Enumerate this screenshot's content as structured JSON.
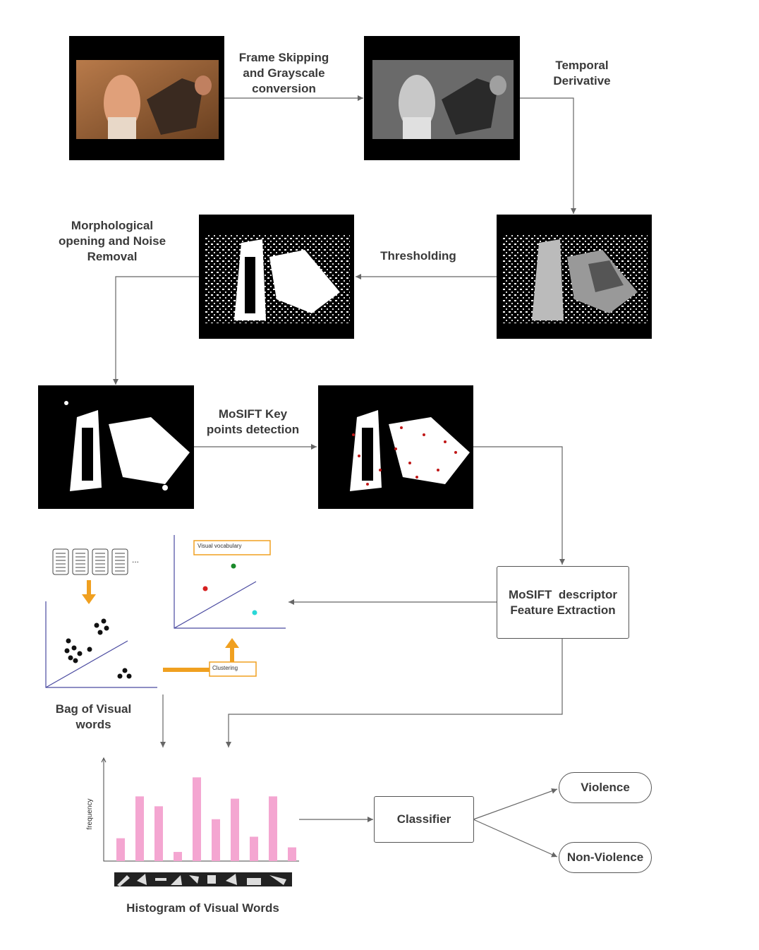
{
  "steps": {
    "frame_skipping": [
      "Frame Skipping",
      "and Grayscale",
      "conversion"
    ],
    "temporal_derivative": [
      "Temporal",
      "Derivative"
    ],
    "thresholding": "Thresholding",
    "morphological": [
      "Morphological",
      "opening and Noise",
      "Removal"
    ],
    "mosift_keypoints": [
      "MoSIFT Key",
      "points detection"
    ],
    "mosift_descriptor": [
      "MoSIFT  descriptor",
      "Feature Extraction"
    ],
    "bag_of_words": [
      "Bag  of Visual",
      "words"
    ],
    "histogram_title": "Histogram of Visual Words",
    "classifier": "Classifier"
  },
  "outputs": {
    "violence": "Violence",
    "non_violence": "Non-Violence"
  },
  "bow_panel": {
    "visual_vocabulary": "Visual vocabulary",
    "clustering": "Clustering",
    "ellipsis": "..."
  },
  "chart_data": {
    "type": "bar",
    "ylabel": "frequency",
    "xlabel": "",
    "values": [
      3,
      8.5,
      7.2,
      1.2,
      11,
      5.5,
      8.2,
      3.2,
      8.5,
      1.8
    ],
    "ylim": [
      0,
      11.5
    ],
    "color": "#f4a6d1"
  },
  "colors": {
    "arrow": "#666666",
    "orange": "#f0a020",
    "vocab_red": "#d62020",
    "vocab_green": "#1a8a2a",
    "vocab_cyan": "#2ad8d8",
    "axis_blue": "#4a4aa0"
  }
}
